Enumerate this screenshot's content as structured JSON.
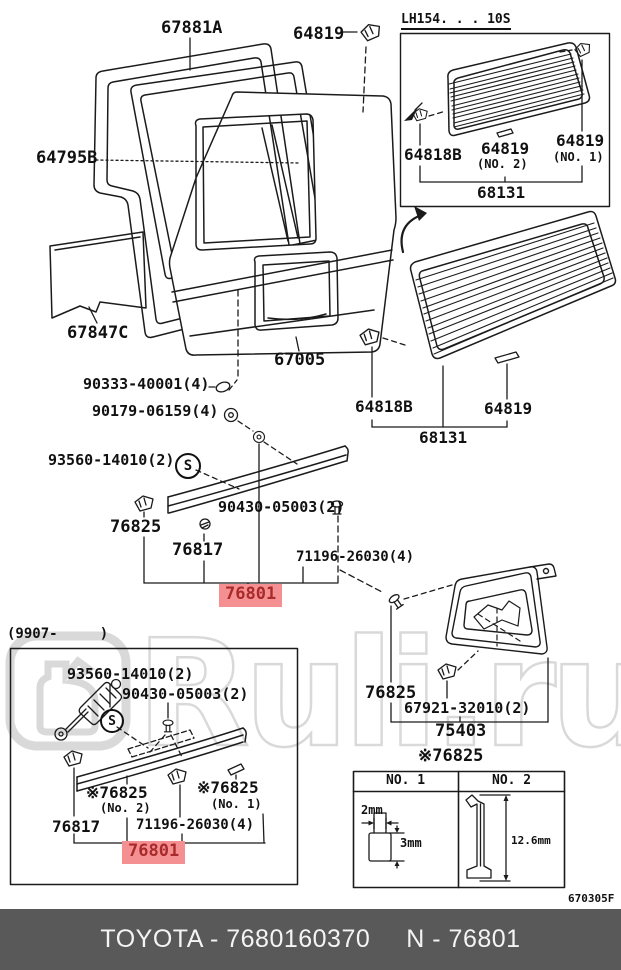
{
  "labels": {
    "main": {
      "p67881a": "67881A",
      "p64819": "64819",
      "p64795b": "64795B",
      "p67847c": "67847C",
      "p67005": "67005",
      "p90333": "90333-40001(4)",
      "p90179": "90179-06159(4)",
      "p93560": "93560-14010(2)",
      "p90430": "90430-05003(2)",
      "p76825": "76825",
      "p76817": "76817",
      "p71196": "71196-26030(4)",
      "p76801": "76801",
      "s_marker": "S"
    },
    "inset_top": {
      "header": "LH154. . . 10S",
      "p64818b": "64818B",
      "p64819_no2": "64819",
      "p64819_no2_sub": "(NO. 2)",
      "p64819_no1": "64819",
      "p64819_no1_sub": "(NO. 1)",
      "p68131": "68131"
    },
    "glass": {
      "p64818b": "64818B",
      "p64819": "64819",
      "p68131": "68131"
    },
    "inset_bottom": {
      "date_range": "(9907-     )",
      "p93560": "93560-14010(2)",
      "p90430": "90430-05003(2)",
      "s_marker": "S",
      "p76825_no2": "※76825",
      "p76825_no2_sub": "(No. 2)",
      "p76825_no1": "※76825",
      "p76825_no1_sub": "(No. 1)",
      "p76817": "76817",
      "p71196": "71196-26030(4)",
      "p76801": "76801"
    },
    "right_group": {
      "p76825": "76825",
      "p67921": "67921-32010(2)",
      "p75403": "75403",
      "p76825_ref": "※76825"
    }
  },
  "size_table": {
    "col1": "NO. 1",
    "col2": "NO. 2",
    "dim_width": "2mm",
    "dim_height": "3mm",
    "dim_length": "12.6mm"
  },
  "diagram_code": "670305F",
  "watermark": {
    "text": "Ruli.ru"
  },
  "footer": {
    "brand_part": "TOYOTA - 7680160370",
    "catalog_part": "N - 76801"
  },
  "colors": {
    "highlight_bg": "#f59092",
    "highlight_text": "#a82a2a",
    "footer_bg": "#595959",
    "line": "#1b1b1b",
    "watermark": "#d9d9d9"
  }
}
